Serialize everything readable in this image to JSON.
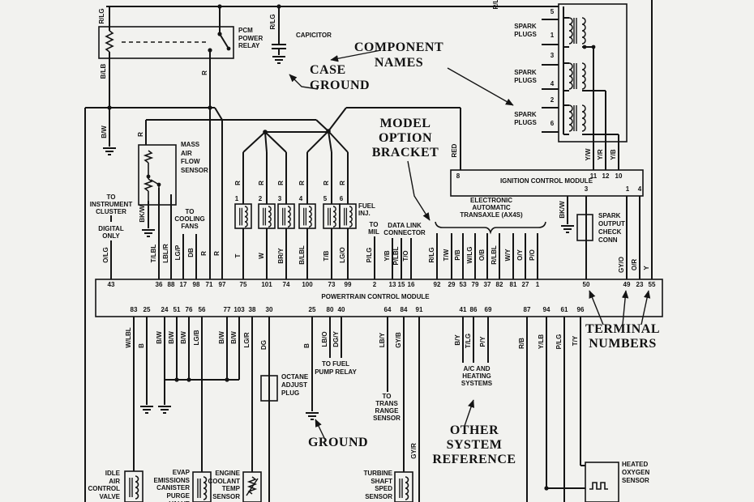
{
  "bg": "#f2f2ef",
  "ink": "#141414",
  "callouts": {
    "component_names": [
      "COMPONENT",
      "NAMES"
    ],
    "case_ground": [
      "CASE",
      "GROUND"
    ],
    "model_option_bracket": [
      "MODEL",
      "OPTION",
      "BRACKET"
    ],
    "ground": [
      "GROUND"
    ],
    "other_system_reference": [
      "OTHER",
      "SYSTEM",
      "REFERENCE"
    ],
    "terminal_numbers": [
      "TERMINAL",
      "NUMBERS"
    ]
  },
  "relay": {
    "name": [
      "PCM",
      "POWER",
      "RELAY"
    ],
    "in_wire": "R/LG",
    "out_wire": "R",
    "ground_wire_upper": "B/LB",
    "ground_wire_lower": "B/W"
  },
  "capacitor": {
    "name": [
      "CAPICITOR"
    ],
    "wire": "R/LG"
  },
  "bus": {
    "wire": "R/LG"
  },
  "maf": {
    "name": [
      "MASS",
      "AIR",
      "FLOW",
      "SENSOR"
    ],
    "feed_wire": "R",
    "ground_wire": "BK/W"
  },
  "instrument": {
    "lines": [
      "TO",
      "INSTRUMENT",
      "CLUSTER"
    ],
    "note": [
      "DIGITAL",
      "ONLY"
    ]
  },
  "fans": {
    "lines": [
      "TO",
      "COOLING",
      "FANS"
    ]
  },
  "injectors": {
    "label": [
      "FUEL",
      "INJ."
    ],
    "numbers": [
      "1",
      "2",
      "3",
      "4",
      "5",
      "6"
    ],
    "feed_wire": "R"
  },
  "mil": {
    "lines": [
      "TO",
      "MIL"
    ]
  },
  "dlc": {
    "lines": [
      "DATA LINK",
      "CONNECTOR"
    ]
  },
  "transaxle": {
    "lines": [
      "ELECTRONIC",
      "AUTOMATIC",
      "TRANSAXLE (AX4S)"
    ]
  },
  "coilpack": {
    "label": [
      "SPARK",
      "PLUGS"
    ],
    "plug_numbers": [
      "5",
      "1",
      "3",
      "4",
      "2",
      "6"
    ],
    "wires": [
      "Y/W",
      "Y/R",
      "Y/B"
    ]
  },
  "icm": {
    "name": "IGNITION CONTROL MODULE",
    "top_pins": [
      "8",
      "11",
      "12",
      "10"
    ],
    "bottom_pins": [
      "3",
      "1",
      "4"
    ],
    "feed_wire": "RED",
    "ground_wire": "BK/W"
  },
  "spark_output": {
    "lines": [
      "SPARK",
      "OUTPUT",
      "CHECK",
      "CONN"
    ]
  },
  "pcm": {
    "name": "POWERTRAIN CONTROL MODULE",
    "top_pins": [
      {
        "n": "43",
        "w": "O/LG"
      },
      {
        "n": "36",
        "w": "T/LBL"
      },
      {
        "n": "88",
        "w": "LBL/R"
      },
      {
        "n": "17",
        "w": "LG/P"
      },
      {
        "n": "98",
        "w": "DB"
      },
      {
        "n": "71",
        "w": "R"
      },
      {
        "n": "97",
        "w": "R"
      },
      {
        "n": "75",
        "w": "T"
      },
      {
        "n": "101",
        "w": "W"
      },
      {
        "n": "74",
        "w": "BR/Y"
      },
      {
        "n": "100",
        "w": "B/LBL"
      },
      {
        "n": "73",
        "w": "T/B"
      },
      {
        "n": "99",
        "w": "LG/O"
      },
      {
        "n": "2",
        "w": "P/LG"
      },
      {
        "n": "13",
        "w": "Y/B"
      },
      {
        "n": "15",
        "w": "P/LBL"
      },
      {
        "n": "16",
        "w": "T/O"
      },
      {
        "n": "92",
        "w": "R/LG"
      },
      {
        "n": "29",
        "w": "T/W"
      },
      {
        "n": "53",
        "w": "P/B"
      },
      {
        "n": "79",
        "w": "W/LG"
      },
      {
        "n": "37",
        "w": "O/B"
      },
      {
        "n": "82",
        "w": "R/LBL"
      },
      {
        "n": "81",
        "w": "W/Y"
      },
      {
        "n": "27",
        "w": "O/Y"
      },
      {
        "n": "1",
        "w": "P/O"
      },
      {
        "n": "50",
        "w": ""
      },
      {
        "n": "49",
        "w": "GY/O"
      },
      {
        "n": "23",
        "w": "O/R"
      },
      {
        "n": "55",
        "w": "Y"
      }
    ],
    "bottom_pins": [
      {
        "n": "83",
        "w": "W/LBL"
      },
      {
        "n": "25",
        "w": "B"
      },
      {
        "n": "24",
        "w": "B/W"
      },
      {
        "n": "51",
        "w": "B/W"
      },
      {
        "n": "76",
        "w": "B/W"
      },
      {
        "n": "56",
        "w": "LG/B"
      },
      {
        "n": "77",
        "w": "B/W"
      },
      {
        "n": "103",
        "w": "B/W"
      },
      {
        "n": "38",
        "w": "LG/R"
      },
      {
        "n": "30",
        "w": "DG"
      },
      {
        "n": "25",
        "w": "B"
      },
      {
        "n": "80",
        "w": "LB/O"
      },
      {
        "n": "40",
        "w": "DG/Y"
      },
      {
        "n": "64",
        "w": "LB/Y"
      },
      {
        "n": "84",
        "w": "GY/B"
      },
      {
        "n": "91",
        "w": "GY/R"
      },
      {
        "n": "41",
        "w": "B/Y"
      },
      {
        "n": "86",
        "w": "T/LG"
      },
      {
        "n": "69",
        "w": "P/Y"
      },
      {
        "n": "87",
        "w": "R/B"
      },
      {
        "n": "94",
        "w": "Y/LB"
      },
      {
        "n": "61",
        "w": "P/LG"
      },
      {
        "n": "96",
        "w": "T/Y"
      }
    ]
  },
  "bottom": {
    "idle_air": [
      "IDLE",
      "AIR",
      "CONTROL",
      "VALVE"
    ],
    "evap": [
      "EVAP",
      "EMISSIONS",
      "CANISTER",
      "PURGE",
      "VALVE"
    ],
    "ect": [
      "ENGINE",
      "COOLANT",
      "TEMP",
      "SENSOR"
    ],
    "octane": [
      "OCTANE",
      "ADJUST",
      "PLUG"
    ],
    "fuel_pump": [
      "TO FUEL",
      "PUMP RELAY"
    ],
    "trans_range": [
      "TO",
      "TRANS",
      "RANGE",
      "SENSOR"
    ],
    "turbine": [
      "TURBINE",
      "SHAFT",
      "SPED",
      "SENSOR"
    ],
    "ac_heating": [
      "A/C AND",
      "HEATING",
      "SYSTEMS"
    ],
    "ho2s": [
      "HEATED",
      "OXYGEN",
      "SENSOR"
    ]
  }
}
